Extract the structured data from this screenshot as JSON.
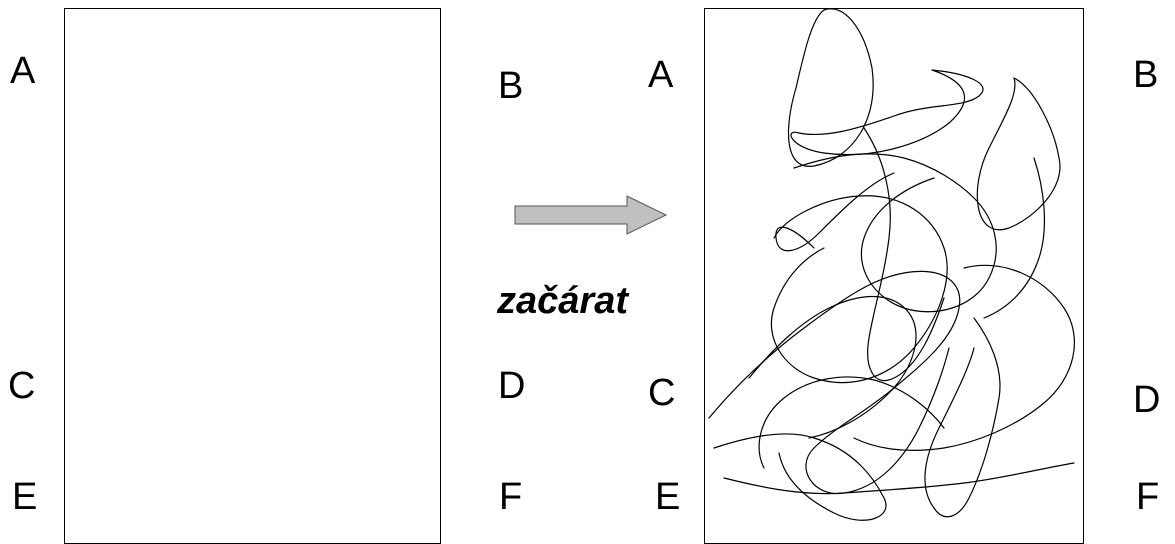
{
  "left_panel": {
    "corner_labels": {
      "a": "A",
      "b": "B",
      "c": "C",
      "d": "D",
      "e": "E",
      "f": "F"
    }
  },
  "right_panel": {
    "corner_labels": {
      "a": "A",
      "b": "B",
      "c": "C",
      "d": "D",
      "e": "E",
      "f": "F"
    }
  },
  "transition": {
    "caption": "začárat",
    "arrow_color": "#c0c0c0",
    "arrow_icon": "right-arrow-icon"
  },
  "colors": {
    "background": "#ffffff",
    "ink": "#000000"
  }
}
